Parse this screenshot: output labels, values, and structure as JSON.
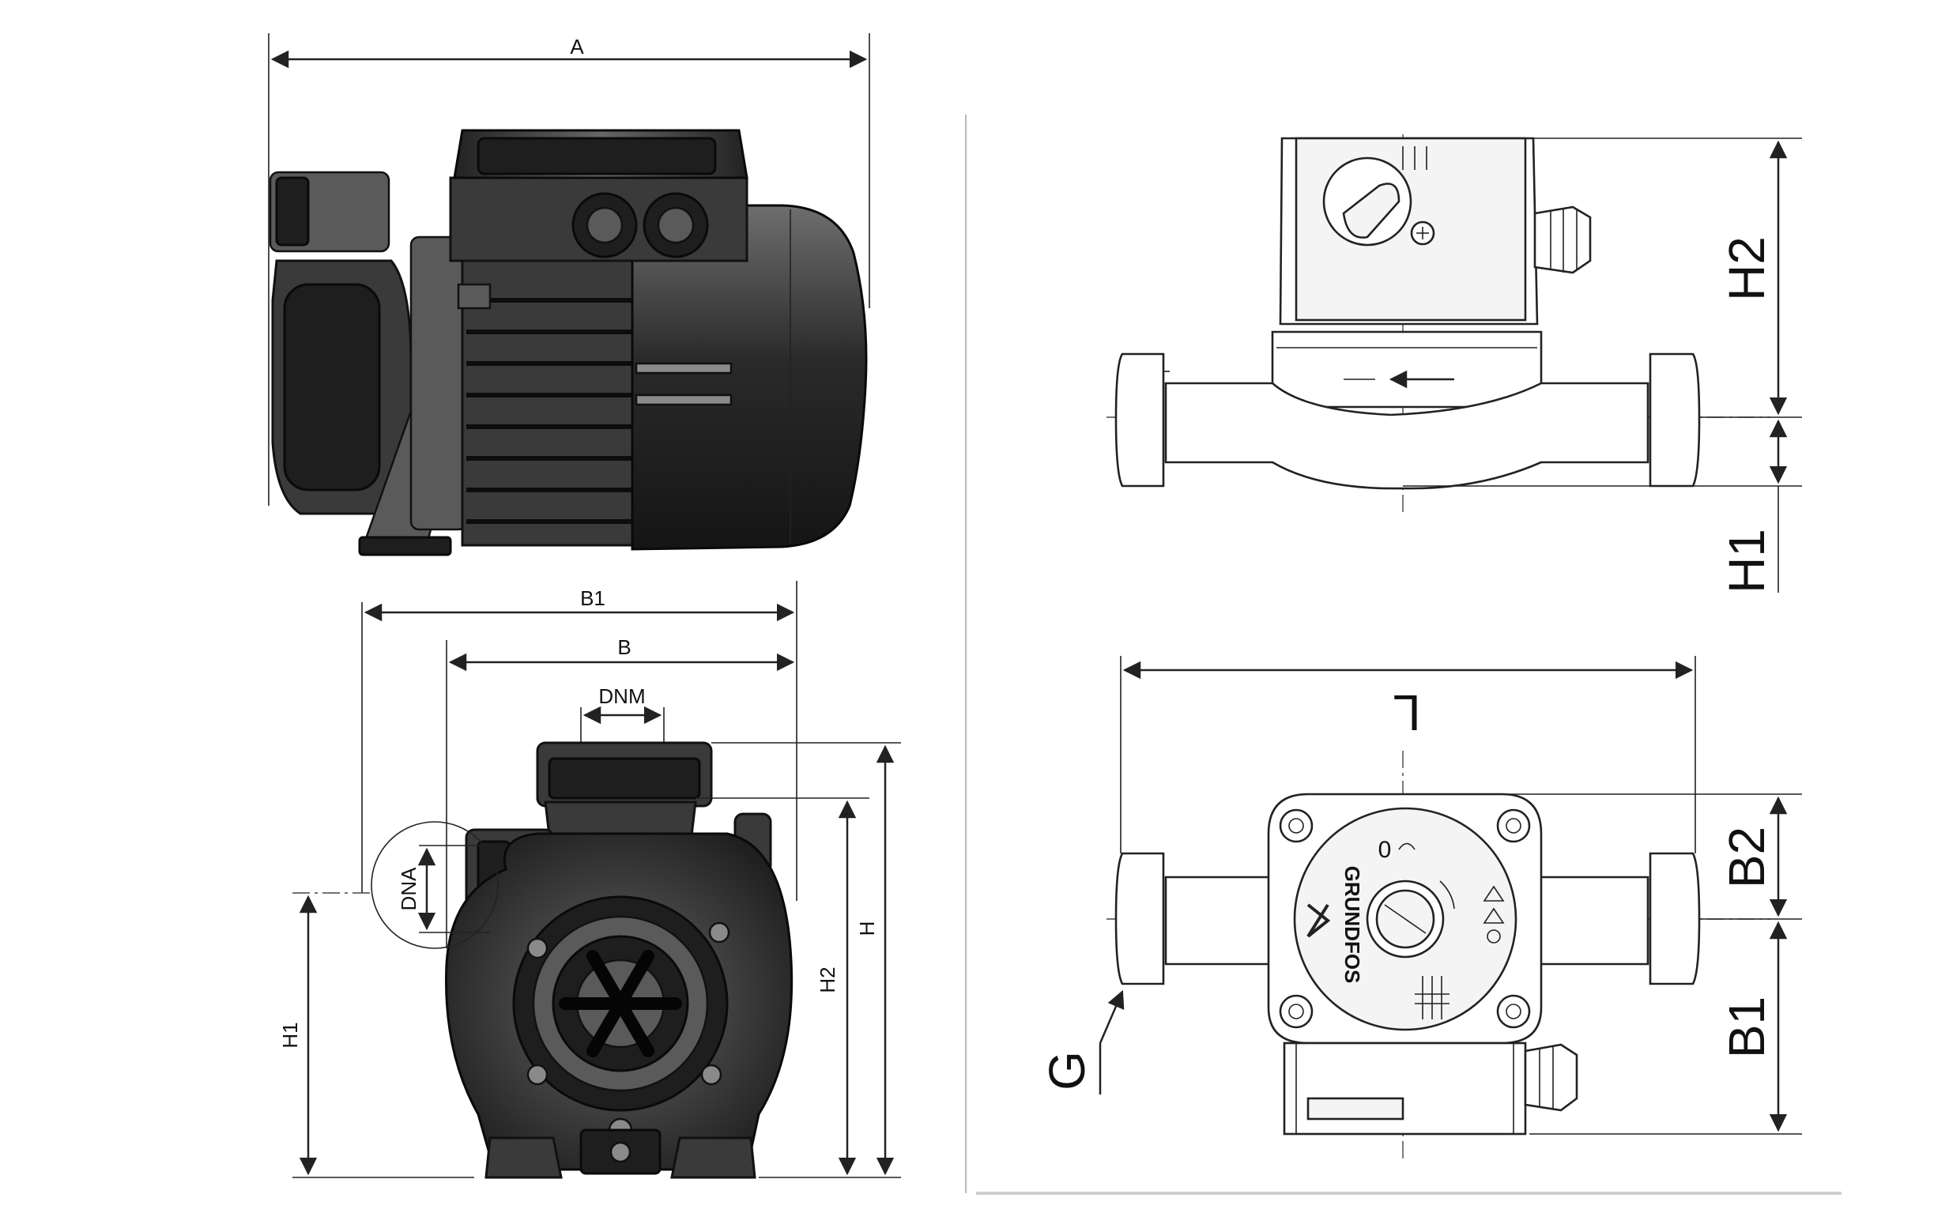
{
  "left_drawing": {
    "side_view": {
      "dim_a": "A"
    },
    "front_view": {
      "dim_b1": "B1",
      "dim_b": "B",
      "dim_dnm": "DNM",
      "dim_dna": "DNA",
      "dim_h1": "H1",
      "dim_h2": "H2",
      "dim_h": "H"
    }
  },
  "right_drawing": {
    "side_view": {
      "dim_h2": "H2",
      "dim_h1": "H1"
    },
    "top_view": {
      "dim_l": "L",
      "dim_b2": "B2",
      "dim_b1": "B1",
      "dim_g": "G",
      "brand": "GRUNDFOS",
      "dial_zero": "0"
    }
  },
  "colors": {
    "pump_dark": "#1e1e1e",
    "pump_body": "#3a3a3a",
    "line": "#222222"
  }
}
